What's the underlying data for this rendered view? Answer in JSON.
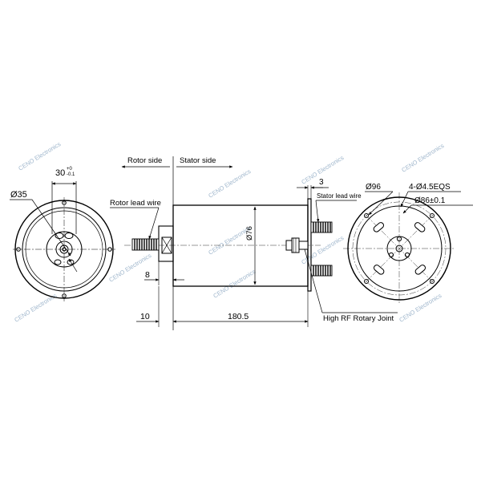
{
  "labels": {
    "rotor_side": "Rotor side",
    "stator_side": "Stator side",
    "rotor_lead_wire": "Rotor lead wire",
    "stator_lead_wire": "Stator lead wire",
    "high_rf_rotary_joint": "High RF Rotary Joint"
  },
  "dimensions": {
    "left_bore": "Ø35",
    "left_top_width": "30",
    "left_top_tol_upper": "+0",
    "left_top_tol_lower": "-0.1",
    "body_diameter": "Ø76",
    "shaft_len": "8",
    "shaft_overall": "10",
    "body_length": "180.5",
    "flange_thickness": "3",
    "flange_diameter": "Ø96",
    "holes": "4-Ø4.5EQS",
    "pcd": "Ø86±0.1"
  },
  "watermark": "CENO Electronics"
}
